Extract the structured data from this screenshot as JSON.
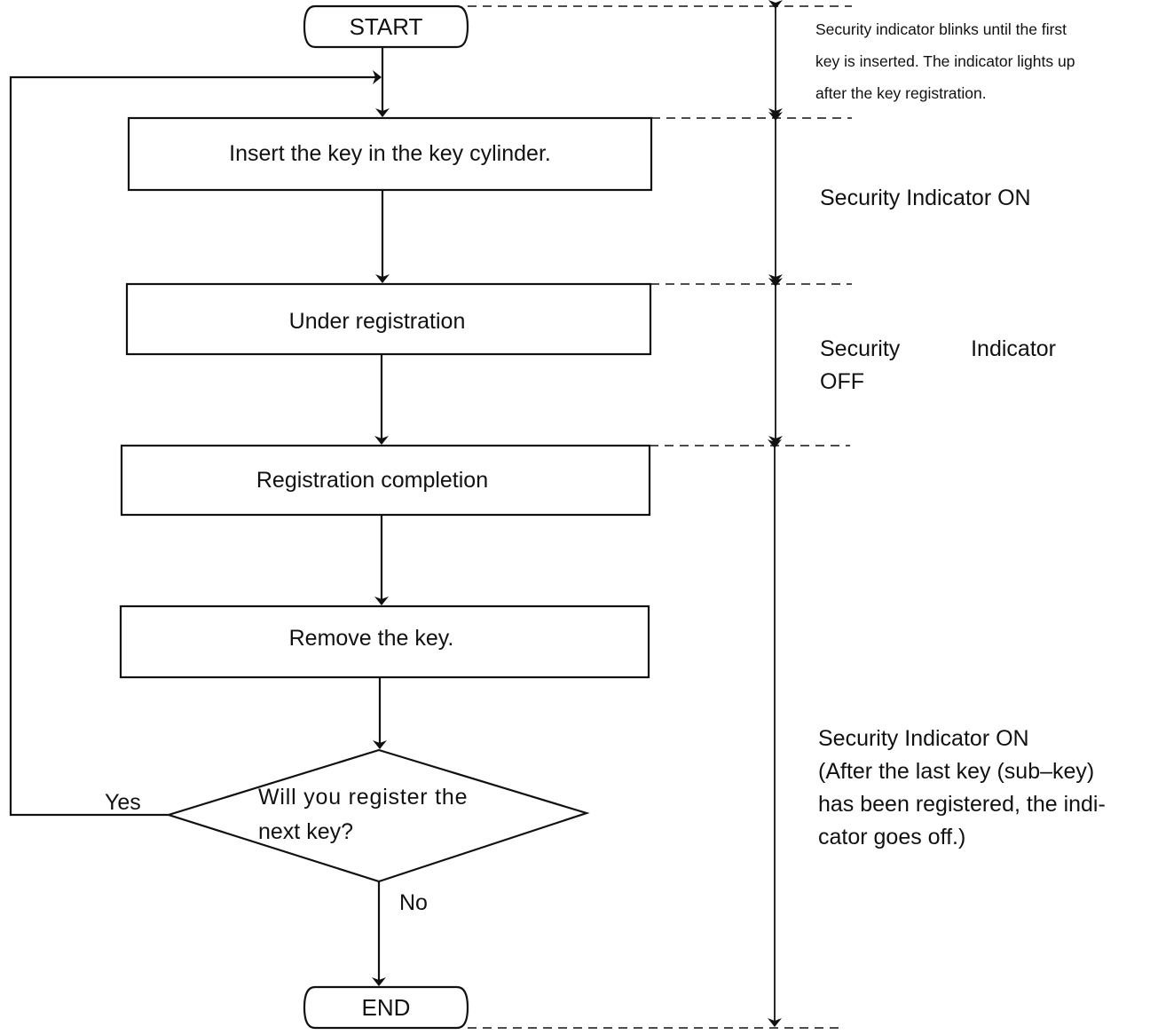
{
  "flowchart": {
    "start": "START",
    "end": "END",
    "steps": [
      "Insert the key in the key cylinder.",
      "Under registration",
      "Registration completion",
      "Remove the key."
    ],
    "decision": {
      "line1": "Will you register the",
      "line2": "next key?",
      "yes": "Yes",
      "no": "No"
    }
  },
  "notes": {
    "phase1": [
      "Security indicator blinks until the first",
      "key is inserted. The indicator lights up",
      "after the key registration."
    ],
    "phase2": "Security Indicator ON",
    "phase3": [
      "Security Indicator",
      "OFF"
    ],
    "phase4": [
      "Security Indicator ON",
      "(After the last key (sub–key)",
      "has been registered, the indi-",
      "cator goes off.)"
    ]
  },
  "colors": {
    "ink": "#111111",
    "background": "#ffffff"
  }
}
